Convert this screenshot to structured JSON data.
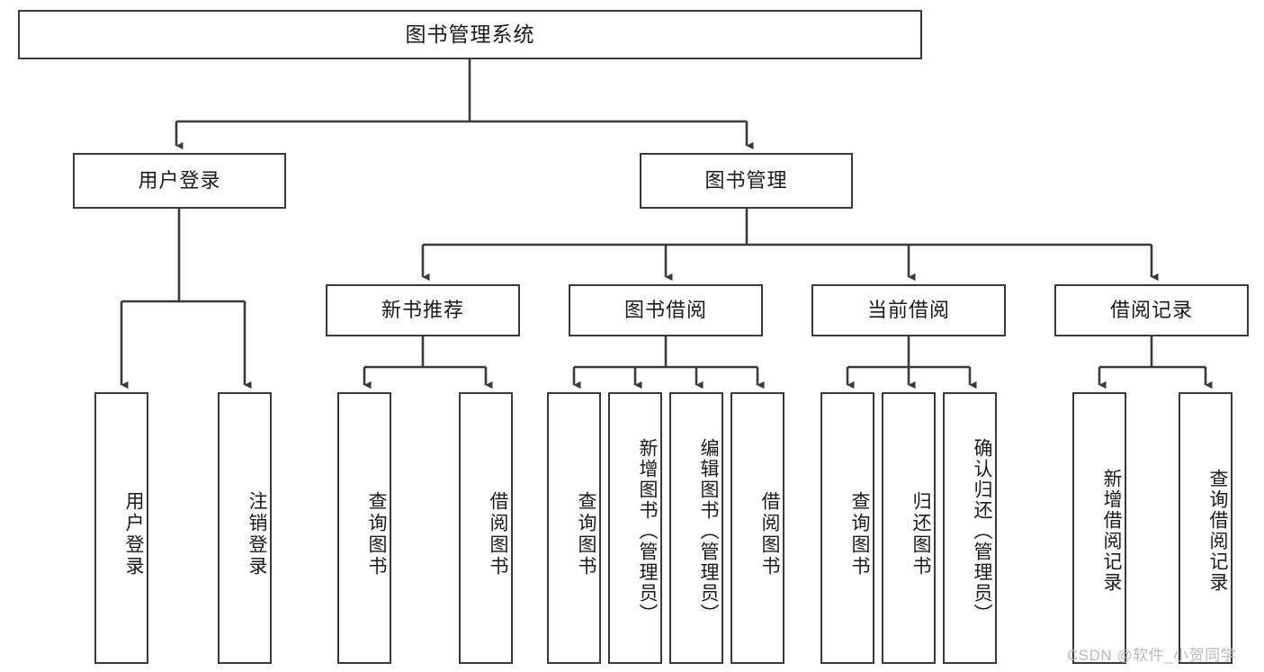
{
  "diagram": {
    "type": "tree-hierarchy-chart",
    "title": "图书管理系统",
    "line_color": "#3a3a3a",
    "box_fill": "#ffffff",
    "text_color": "#1a1a1a",
    "root": {
      "label": "图书管理系统",
      "children": [
        {
          "label": "用户登录",
          "children": [
            {
              "label": "用户登录"
            },
            {
              "label": "注销登录"
            }
          ]
        },
        {
          "label": "图书管理",
          "children": [
            {
              "label": "新书推荐",
              "children": [
                {
                  "label": "查询图书"
                },
                {
                  "label": "借阅图书"
                }
              ]
            },
            {
              "label": "图书借阅",
              "children": [
                {
                  "label": "查询图书"
                },
                {
                  "label": "新增图书（管理员）"
                },
                {
                  "label": "编辑图书（管理员）"
                },
                {
                  "label": "借阅图书"
                }
              ]
            },
            {
              "label": "当前借阅",
              "children": [
                {
                  "label": "查询图书"
                },
                {
                  "label": "归还图书"
                },
                {
                  "label": "确认归还（管理员）"
                }
              ]
            },
            {
              "label": "借阅记录",
              "children": [
                {
                  "label": "新增借阅记录"
                },
                {
                  "label": "查询借阅记录"
                }
              ]
            }
          ]
        }
      ]
    }
  },
  "watermark": {
    "text": "CSDN @软件_小贺同学"
  }
}
